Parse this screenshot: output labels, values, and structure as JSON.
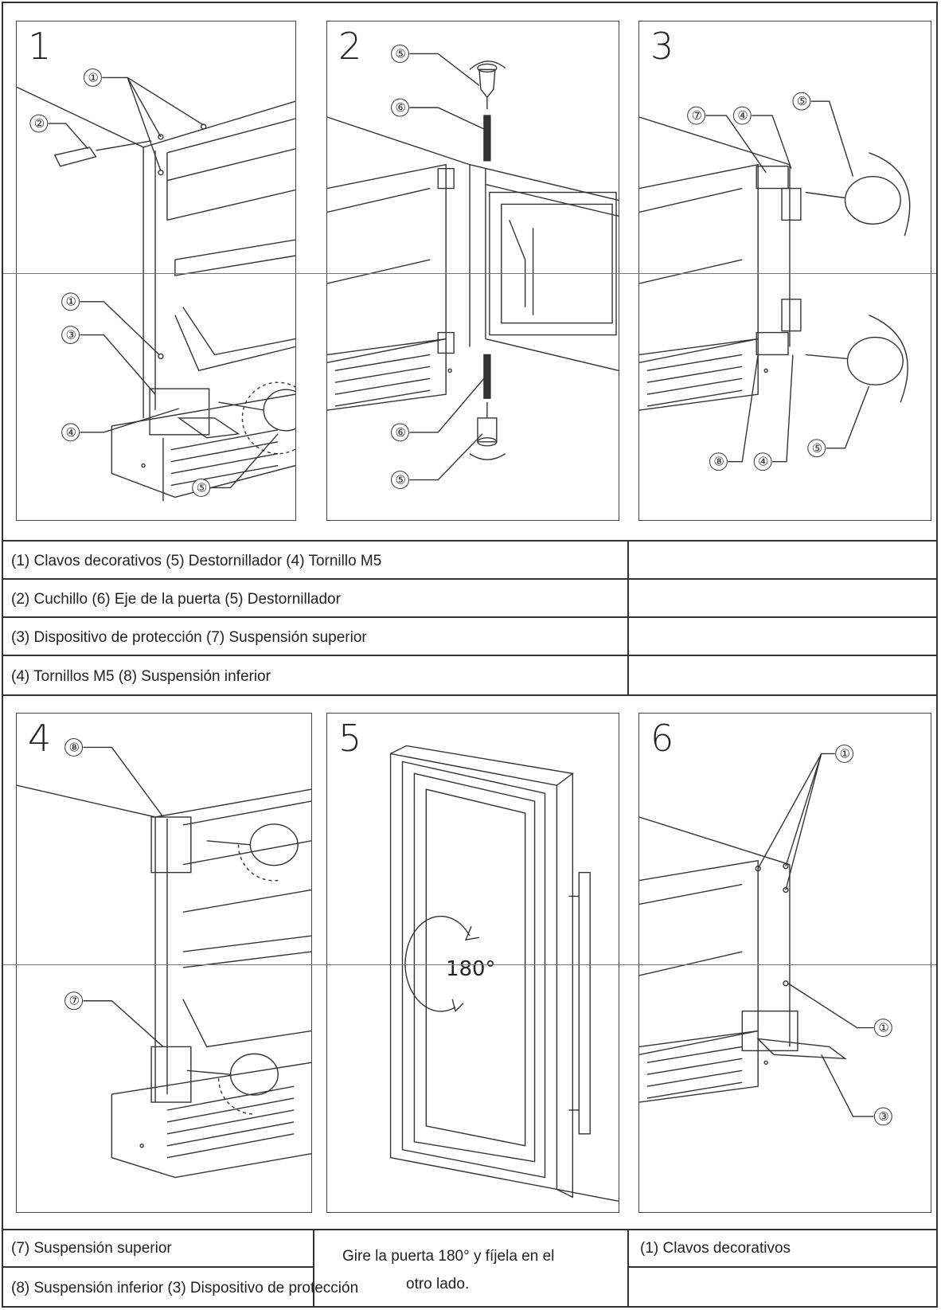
{
  "panels": [
    {
      "number": "1",
      "callouts": [
        "①",
        "②",
        "①",
        "③",
        "④",
        "⑤"
      ]
    },
    {
      "number": "2",
      "callouts": [
        "⑤",
        "⑥",
        "⑥",
        "⑤"
      ]
    },
    {
      "number": "3",
      "callouts": [
        "⑦",
        "④",
        "⑤",
        "⑧",
        "④",
        "⑤"
      ]
    },
    {
      "number": "4",
      "callouts": [
        "⑧",
        "⑦"
      ]
    },
    {
      "number": "5",
      "rotation_label": "180°"
    },
    {
      "number": "6",
      "callouts": [
        "①",
        "①",
        "③"
      ]
    }
  ],
  "legend_top": [
    "(1) Clavos decorativos (5) Destornillador (4) Tornillo M5",
    "(2) Cuchillo (6) Eje de la puerta (5) Destornillador",
    "(3) Dispositivo de protección (7) Suspensión superior",
    "(4) Tornillos M5 (8) Suspensión inferior"
  ],
  "legend_bottom": {
    "left_1": "(7) Suspensión superior",
    "left_2": "(8) Suspensión inferior (3) Dispositivo de protección",
    "middle_1": "Gire la puerta 180° y fíjela en el",
    "middle_2": "otro lado.",
    "right_1": "(1) Clavos decorativos"
  }
}
